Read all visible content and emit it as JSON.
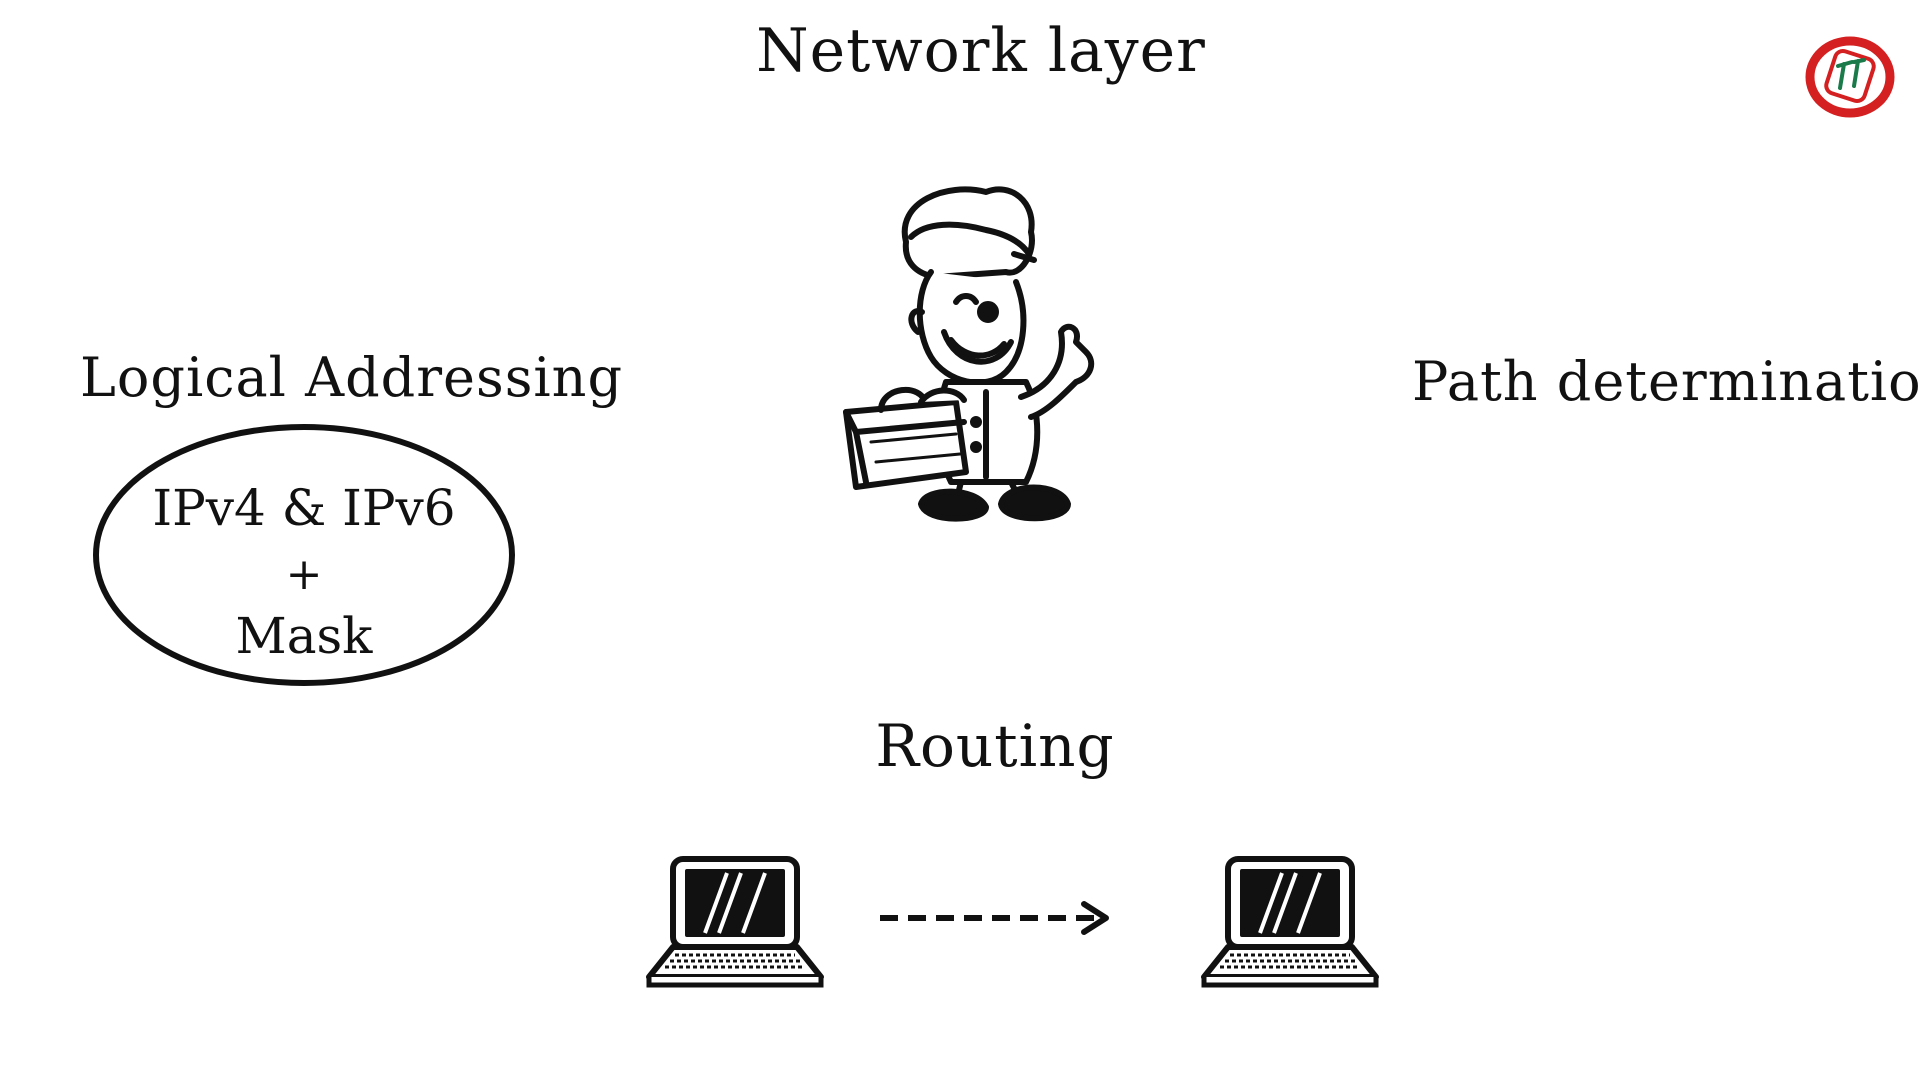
{
  "title": "Network layer",
  "left_heading": "Logical Addressing",
  "right_heading": "Path determination",
  "ellipse": {
    "line1": "IPv4 & IPv6",
    "line2": "+",
    "line3": "Mask"
  },
  "bottom_heading": "Routing",
  "icons": {
    "logo": "brand-logo-icon",
    "mascot": "mascot-worker-icon",
    "source": "laptop-icon",
    "destination": "laptop-icon",
    "arrow": "dashed-arrow-icon"
  },
  "colors": {
    "background": "#ffffff",
    "ink": "#111111",
    "logo_red": "#d42020"
  }
}
